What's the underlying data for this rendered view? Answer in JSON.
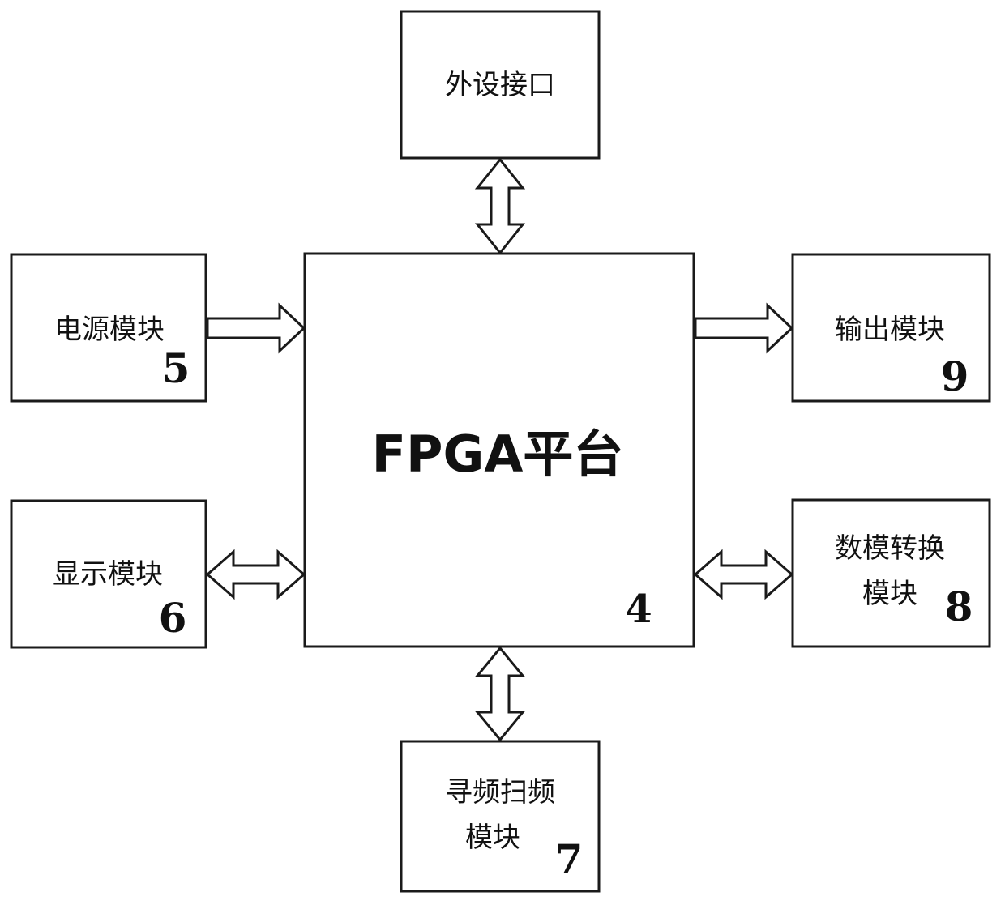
{
  "diagram": {
    "center": {
      "label": "FPGA平台",
      "number": "4"
    },
    "peripheral": {
      "label": "外设接口"
    },
    "power": {
      "label": "电源模块",
      "number": "5"
    },
    "display": {
      "label": "显示模块",
      "number": "6"
    },
    "freq": {
      "line1": "寻频扫频",
      "line2": "模块",
      "number": "7"
    },
    "dac": {
      "line1": "数模转换",
      "line2": "模块",
      "number": "8"
    },
    "output": {
      "label": "输出模块",
      "number": "9"
    }
  }
}
